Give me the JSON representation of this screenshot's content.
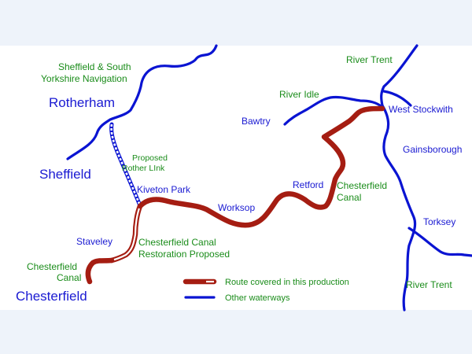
{
  "colors": {
    "page_background": "#eef3fa",
    "map_background": "#ffffff",
    "river": "#0a14d2",
    "canal": "#a51d12",
    "label_blue": "#1a1ad2",
    "label_green": "#1a8c1a"
  },
  "labels": {
    "sheffield_south_yorkshire_line1": "Sheffield & South",
    "sheffield_south_yorkshire_line2": "Yorkshire Navigation",
    "rotherham": "Rotherham",
    "sheffield": "Sheffield",
    "proposed_rother_link_line1": "Proposed",
    "proposed_rother_link_line2": "Rother LInk",
    "kiveton_park": "Kiveton Park",
    "worksop": "Worksop",
    "retford": "Retford",
    "chesterfield_canal_east_line1": "Chesterfield",
    "chesterfield_canal_east_line2": "Canal",
    "bawtry": "Bawtry",
    "river_idle": "River Idle",
    "river_trent_north": "River Trent",
    "west_stockwith": "West Stockwith",
    "gainsborough": "Gainsborough",
    "torksey": "Torksey",
    "river_trent_south": "River Trent",
    "staveley": "Staveley",
    "restoration_line1": "Chesterfield Canal",
    "restoration_line2": "Restoration Proposed",
    "chesterfield_canal_west_line1": "Chesterfield",
    "chesterfield_canal_west_line2": "Canal",
    "chesterfield": "Chesterfield"
  },
  "legend": {
    "route_label": "Route covered in this production",
    "waterways_label": "Other waterways"
  }
}
